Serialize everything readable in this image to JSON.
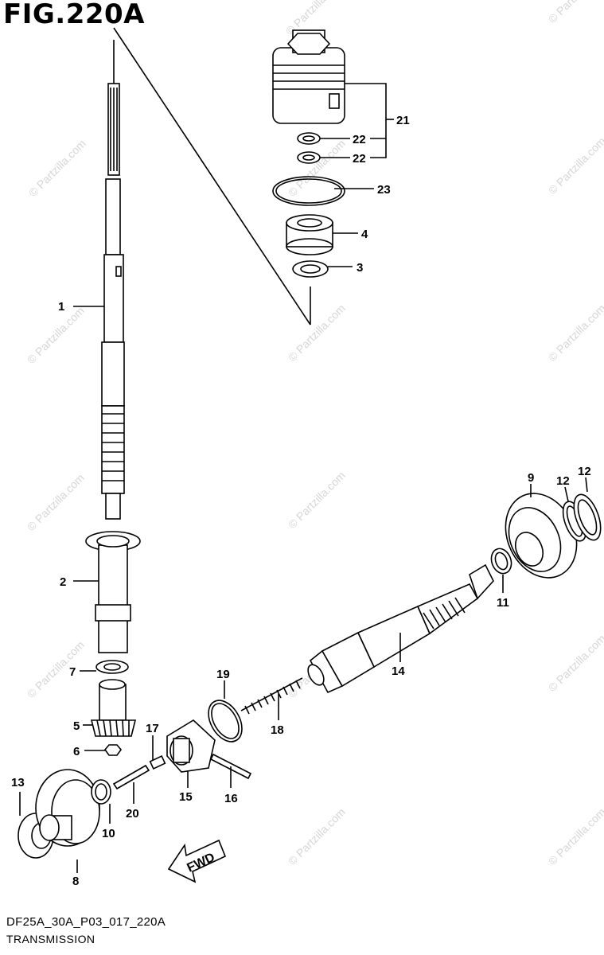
{
  "figure": {
    "title": "FIG.220A",
    "code": "DF25A_30A_P03_017_220A",
    "name": "TRANSMISSION"
  },
  "watermark": "© Partzilla.com",
  "fwd_label": "FWD",
  "callouts": {
    "p1": "1",
    "p2": "2",
    "p3": "3",
    "p4": "4",
    "p5": "5",
    "p6": "6",
    "p7": "7",
    "p8": "8",
    "p9": "9",
    "p10": "10",
    "p11": "11",
    "p12a": "12",
    "p12b": "12",
    "p13": "13",
    "p14": "14",
    "p15": "15",
    "p16": "16",
    "p17": "17",
    "p18": "18",
    "p19": "19",
    "p20": "20",
    "p21": "21",
    "p22a": "22",
    "p22b": "22",
    "p23": "23"
  }
}
